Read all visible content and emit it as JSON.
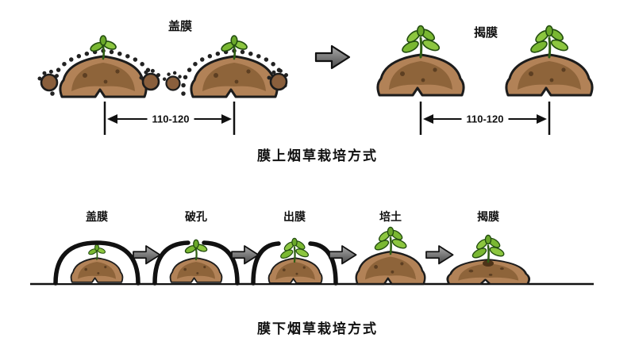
{
  "top": {
    "cover_label": "盖膜",
    "remove_label": "揭膜",
    "dim_left": "110-120",
    "dim_right": "110-120",
    "caption": "膜上烟草栽培方式"
  },
  "bottom": {
    "stages": [
      {
        "label": "盖膜"
      },
      {
        "label": "破孔"
      },
      {
        "label": "出膜"
      },
      {
        "label": "培土"
      },
      {
        "label": "揭膜"
      }
    ],
    "caption": "膜下烟草栽培方式"
  },
  "colors": {
    "soil_light": "#b28257",
    "soil_dark": "#8a6137",
    "leaf_light": "#8cc63f",
    "leaf_dark": "#6aa82a",
    "outline": "#1c1c1c"
  }
}
